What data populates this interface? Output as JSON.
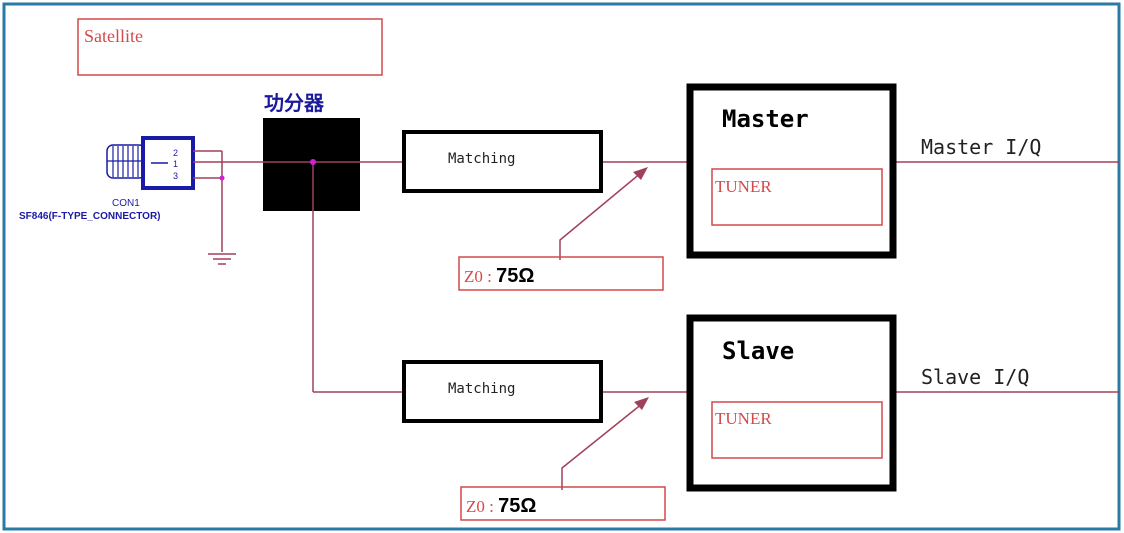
{
  "diagram": {
    "satellite_label": "Satellite",
    "splitter_label": "功分器",
    "connector": {
      "ref": "CON1",
      "part": "SF846(F-TYPE_CONNECTOR)",
      "pins": [
        "2",
        "1",
        "3"
      ]
    },
    "master": {
      "block_label": "Master",
      "tuner_label": "TUNER",
      "matching_label": "Matching",
      "output_label": "Master I/Q",
      "impedance_prefix": "Z0 : ",
      "impedance_value": "75Ω"
    },
    "slave": {
      "block_label": "Slave",
      "tuner_label": "TUNER",
      "matching_label": "Matching",
      "output_label": "Slave I/Q",
      "impedance_prefix": "Z0 : ",
      "impedance_value": "75Ω"
    },
    "colors": {
      "frame": "#2a7aa6",
      "wire": "#a0405a",
      "annotation": "#d24a4a",
      "splitter_label": "#1a1a9a",
      "connector": "#1a1aa8",
      "junction": "#d020d0",
      "block": "#000000"
    }
  }
}
